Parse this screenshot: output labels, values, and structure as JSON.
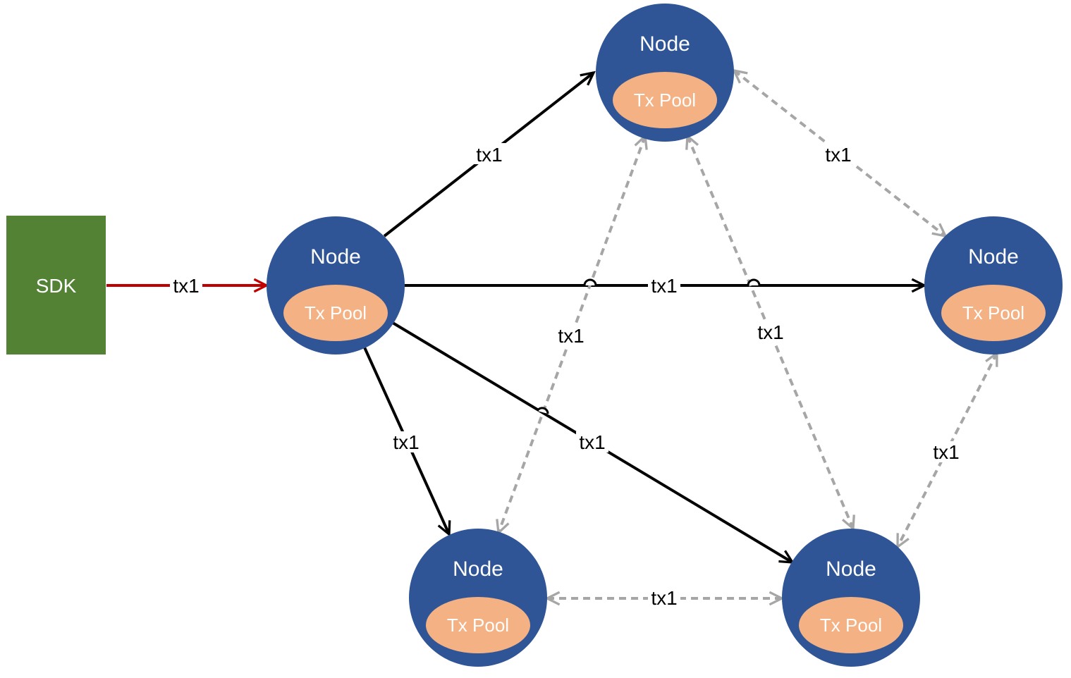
{
  "sdk": {
    "label": "SDK"
  },
  "node": {
    "title": "Node",
    "pool": "Tx Pool"
  },
  "edge_label": "tx1",
  "colors": {
    "node": "#2f5597",
    "pool": "#f4b183",
    "sdk": "#548235",
    "submit_arrow": "#c00000",
    "forward_arrow": "#000000",
    "gossip_arrow": "#a6a6a6"
  }
}
